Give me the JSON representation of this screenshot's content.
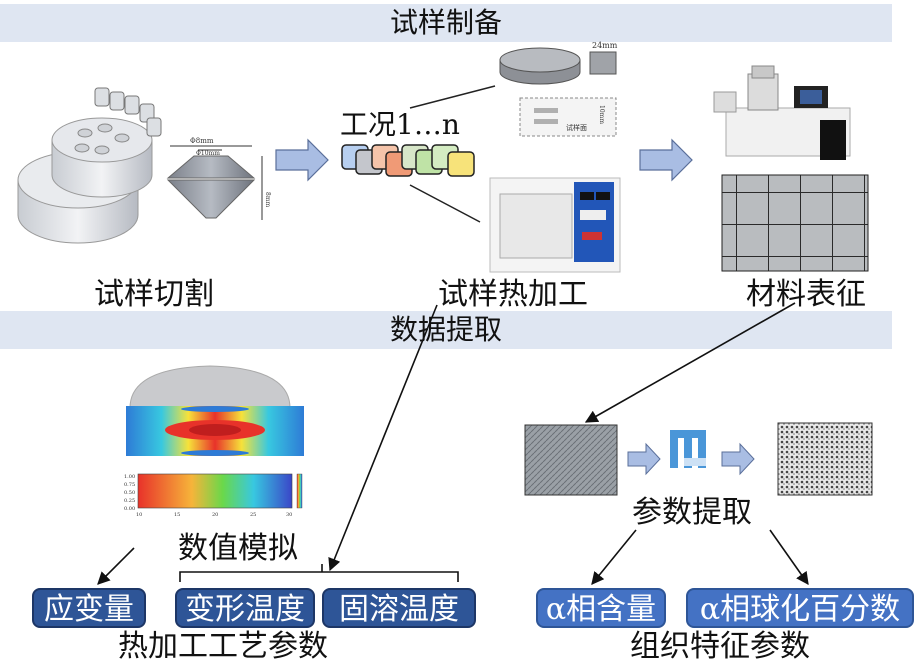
{
  "sections": {
    "sample_prep_title": "试样制备",
    "data_extract_title": "数据提取"
  },
  "labels": {
    "sample_cutting": "试样切割",
    "hot_working": "试样热加工",
    "material_characterization": "材料表征",
    "numerical_simulation": "数值模拟",
    "param_extraction": "参数提取",
    "hot_process_params": "热加工工艺参数",
    "microstructure_params": "组织特征参数",
    "conditions": "工况1…n"
  },
  "specimen_dims": {
    "diameter_outer": "Φ8mm",
    "diameter_inner": "Φ10mm",
    "height": "8mm"
  },
  "disk_dims": {
    "width": "24mm",
    "height": "10mm",
    "note": "试样面"
  },
  "params": {
    "strain": "应变量",
    "deform_temp": "变形温度",
    "solution_temp": "固溶温度",
    "alpha_content": "α相含量",
    "alpha_spheroid": "α相球化百分数"
  },
  "colorbar": {
    "ticks": [
      "1.00",
      "0.75",
      "0.50",
      "0.25",
      "0.00"
    ],
    "x_ticks": [
      "10",
      "15",
      "20",
      "25",
      "30"
    ]
  },
  "colors": {
    "band": "#dfe6f2",
    "pill_dark": "#2e5597",
    "pill_light": "#4472c4",
    "arrow_fill": "#a9bde3"
  }
}
